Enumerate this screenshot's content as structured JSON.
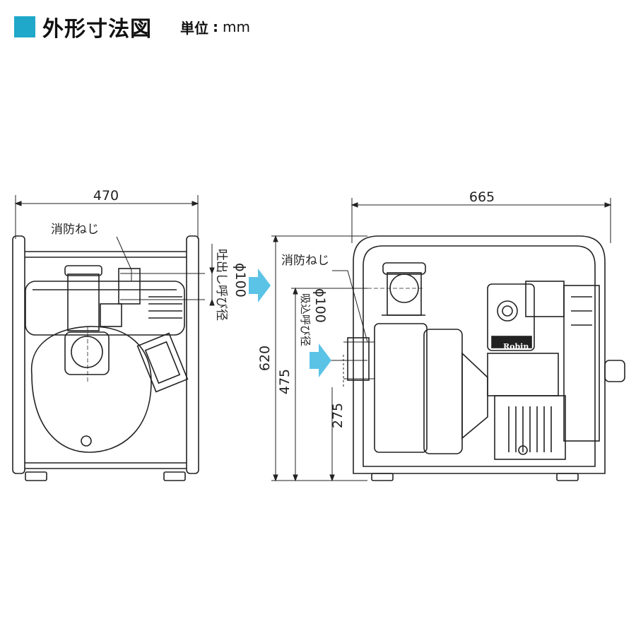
{
  "header": {
    "title": "外形寸法図",
    "unit_label": "単位",
    "unit_sep": ":",
    "unit_value": "mm"
  },
  "front_view": {
    "width_dim": "470",
    "plug_label": "消防ねじ",
    "outlet_label": "吐出し呼び径",
    "outlet_diameter": "ϕ100"
  },
  "side_view": {
    "length_dim": "665",
    "height_dim": "620",
    "outlet_height_dim": "475",
    "inlet_height_dim": "275",
    "plug_label": "消防ねじ",
    "inlet_label": "吸込呼び径",
    "inlet_diameter": "ϕ100",
    "engine_brand": "Robin"
  },
  "colors": {
    "accent": "#1fa8c9",
    "arrow": "#5bc3e6",
    "line": "#222222"
  }
}
